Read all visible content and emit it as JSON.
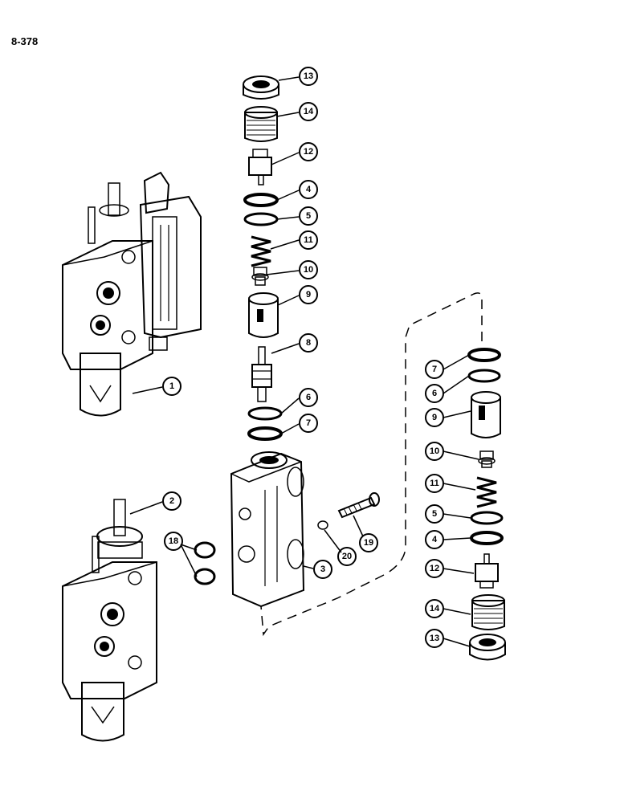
{
  "page_number": "8-378",
  "callouts": [
    {
      "id": "c13a",
      "label": "13"
    },
    {
      "id": "c14a",
      "label": "14"
    },
    {
      "id": "c12a",
      "label": "12"
    },
    {
      "id": "c4a",
      "label": "4"
    },
    {
      "id": "c5a",
      "label": "5"
    },
    {
      "id": "c11a",
      "label": "11"
    },
    {
      "id": "c10a",
      "label": "10"
    },
    {
      "id": "c9a",
      "label": "9"
    },
    {
      "id": "c8",
      "label": "8"
    },
    {
      "id": "c6a",
      "label": "6"
    },
    {
      "id": "c7a",
      "label": "7"
    },
    {
      "id": "c1",
      "label": "1"
    },
    {
      "id": "c2",
      "label": "2"
    },
    {
      "id": "c18",
      "label": "18"
    },
    {
      "id": "c3",
      "label": "3"
    },
    {
      "id": "c20",
      "label": "20"
    },
    {
      "id": "c19",
      "label": "19"
    },
    {
      "id": "c7b",
      "label": "7"
    },
    {
      "id": "c6b",
      "label": "6"
    },
    {
      "id": "c9b",
      "label": "9"
    },
    {
      "id": "c10b",
      "label": "10"
    },
    {
      "id": "c11b",
      "label": "11"
    },
    {
      "id": "c5b",
      "label": "5"
    },
    {
      "id": "c4b",
      "label": "4"
    },
    {
      "id": "c12b",
      "label": "12"
    },
    {
      "id": "c14b",
      "label": "14"
    },
    {
      "id": "c13b",
      "label": "13"
    }
  ]
}
